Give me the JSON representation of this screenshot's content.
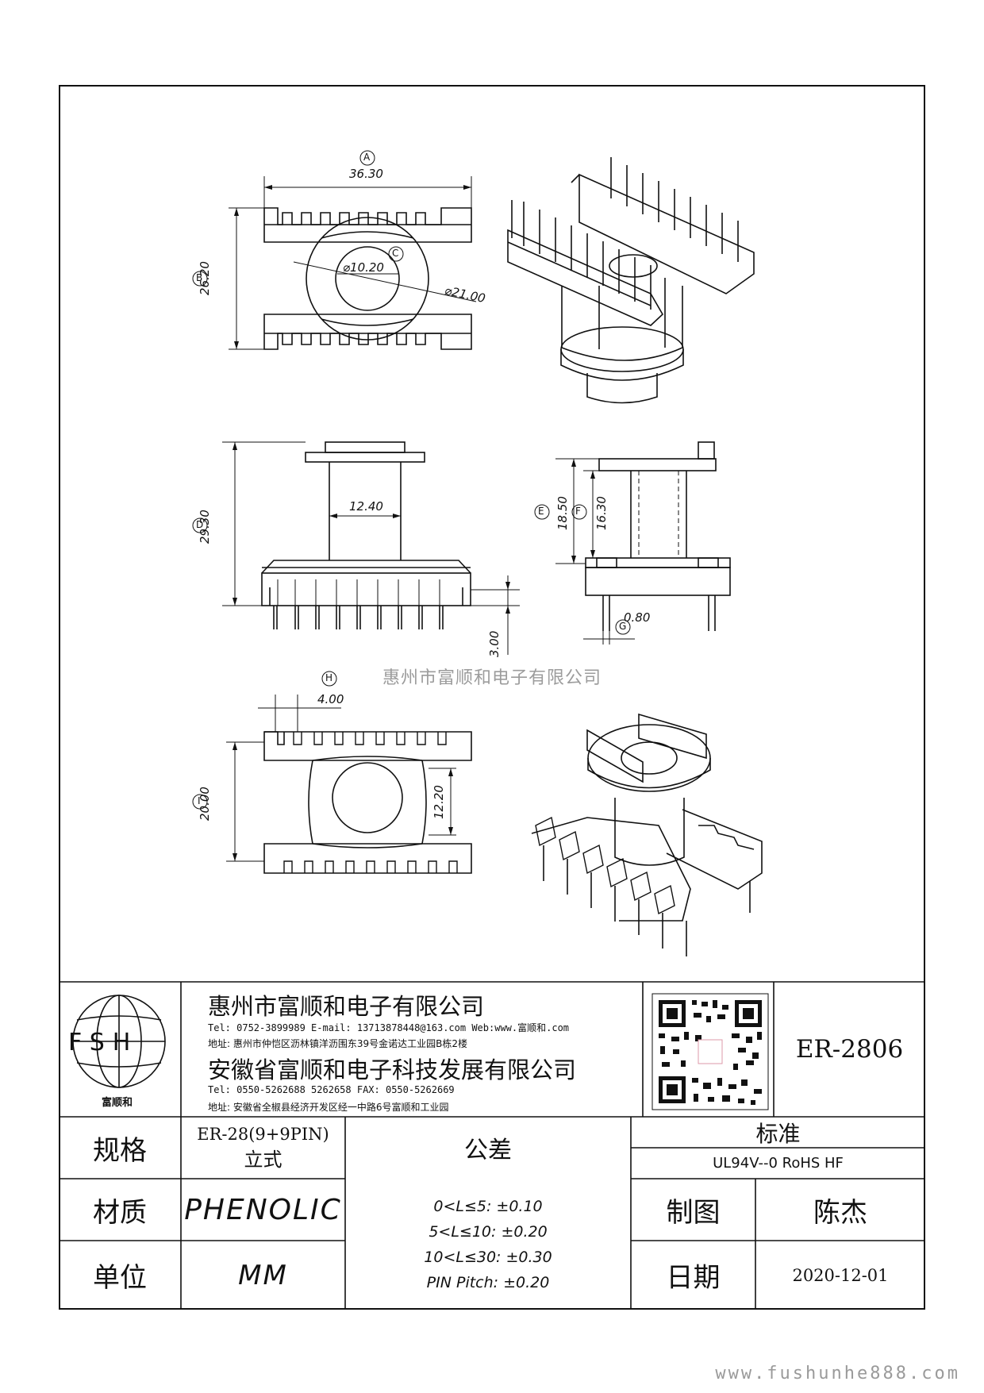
{
  "watermark": "惠州市富顺和电子有限公司",
  "footer_url": "www.fushunhe888.com",
  "dimensions": {
    "A": "A",
    "B": "B",
    "C": "C",
    "D": "D",
    "E": "E",
    "F": "F",
    "G": "G",
    "H": "H",
    "I": "I",
    "width_a": "36.30",
    "height_b": "26.20",
    "inner_dia": "⌀10.20",
    "outer_dia": "⌀21.00",
    "height_d": "29.30",
    "core_width": "12.40",
    "pin_len": "3.00",
    "height_e": "18.50",
    "height_f": "16.30",
    "flange_g": "0.80",
    "pitch_h": "4.00",
    "height_i": "20.00",
    "inner_h": "12.20"
  },
  "title_block": {
    "logo_letters": "FSH",
    "logo_caption": "富顺和",
    "company1": "惠州市富顺和电子有限公司",
    "company1_contact": "Tel:  0752-3899989  E-mail: 13713878448@163.com  Web:www.富顺和.com",
    "company1_address": "地址: 惠州市仲恺区沥林镇洋沥围东39号金诺达工业园B栋2楼",
    "company2": "安徽省富顺和电子科技发展有限公司",
    "company2_contact": "Tel:   0550-5262688  5262658       FAX: 0550-5262669",
    "company2_address": "地址: 安徽省全椒县经济开发区经一中路6号富顺和工业园",
    "part_number": "ER-2806",
    "spec_label": "规格",
    "spec_value_1": "ER-28(9+9PIN)",
    "spec_value_2": "立式",
    "tolerance_label": "公差",
    "tolerances": [
      "0<L≤5: ±0.10",
      "5<L≤10: ±0.20",
      "10<L≤30: ±0.30",
      "PIN Pitch: ±0.20"
    ],
    "standard_label": "标准",
    "standard_value": "UL94V--0  RoHS HF",
    "material_label": "材质",
    "material_value": "PHENOLIC",
    "drawn_label": "制图",
    "drawn_value": "陈杰",
    "unit_label": "单位",
    "unit_value": "MM",
    "date_label": "日期",
    "date_value": "2020-12-01"
  }
}
